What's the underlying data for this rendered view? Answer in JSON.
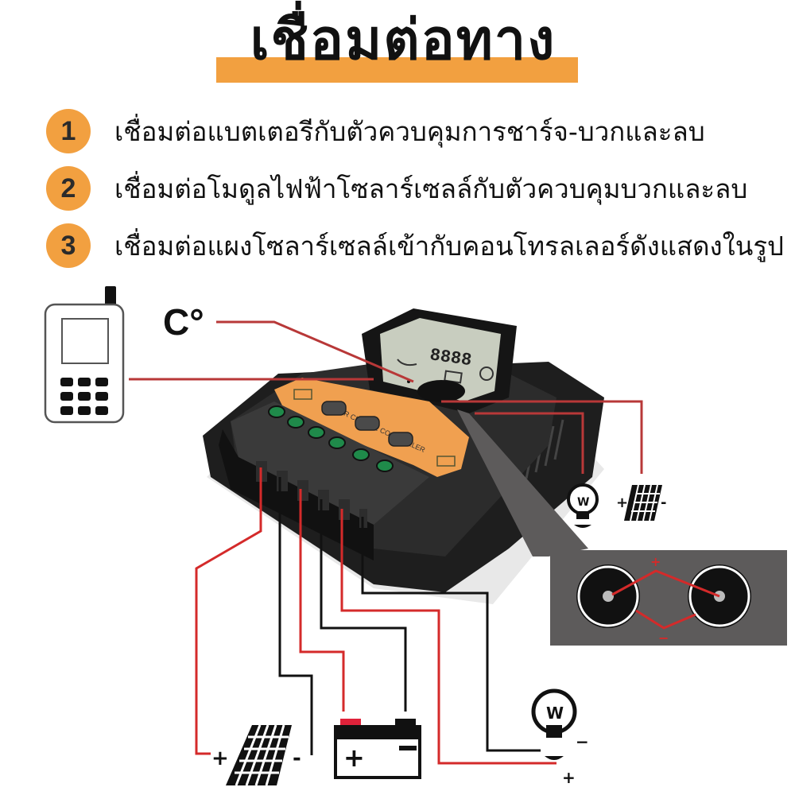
{
  "title": "เชื่อมต่อทาง",
  "colors": {
    "accent_orange": "#f2a040",
    "wire_red": "#d42a2a",
    "wire_black": "#111111",
    "device_body": "#2a2a2a",
    "lcd": "#c8cdbf",
    "terminal_green": "#1f8a4a",
    "inset_panel": "#5d5b5b"
  },
  "steps": [
    {
      "number": "1",
      "text": "เชื่อมต่อแบตเตอรีกับตัวควบคุมการชาร์จ-บวกและลบ"
    },
    {
      "number": "2",
      "text": "เชื่อมต่อโมดูลไฟฟ้าโซลาร์เซลล์กับตัวควบคุมบวกและลบ"
    },
    {
      "number": "3",
      "text": "เชื่อมต่อแผงโซลาร์เซลล์เข้ากับคอนโทรลเลอร์ดังแสดงในรูป"
    }
  ],
  "diagram": {
    "temperature_label": "C°",
    "device_label": "SOLAR CHARGE CONTROLLER",
    "lcd_digits": "8888",
    "terminal_groups": [
      {
        "symbol": "solar-panel",
        "polarity": "+ −"
      },
      {
        "symbol": "battery",
        "polarity": "+ −"
      },
      {
        "symbol": "load-bulb",
        "polarity": "+ −"
      }
    ],
    "bottom_components": {
      "solar_panel": {
        "plus": "+",
        "minus": "-"
      },
      "battery": {
        "plus": "+",
        "minus": "−"
      },
      "bulb": {
        "plus": "+",
        "minus": "−"
      }
    },
    "right_components": {
      "solar_panel": {
        "plus": "+",
        "minus": "-"
      }
    },
    "inset": {
      "plus": "+",
      "minus": "−"
    }
  }
}
